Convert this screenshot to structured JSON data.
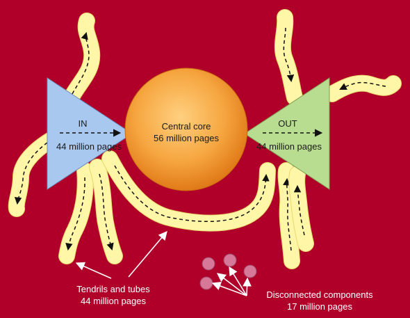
{
  "components": {
    "in": {
      "title": "IN",
      "size": "44 million pages",
      "color": "#a8c8f0"
    },
    "core": {
      "title": "Central core",
      "size": "56 million pages",
      "color": "#f0a030"
    },
    "out": {
      "title": "OUT",
      "size": "44 million pages",
      "color": "#b8dc90"
    },
    "tendrils": {
      "title": "Tendrils and tubes",
      "size": "44 million pages",
      "color": "#fff6a8"
    },
    "disconnected": {
      "title": "Disconnected components",
      "size": "17 million pages",
      "color": "#d87898"
    }
  },
  "background_color": "#b0002a"
}
